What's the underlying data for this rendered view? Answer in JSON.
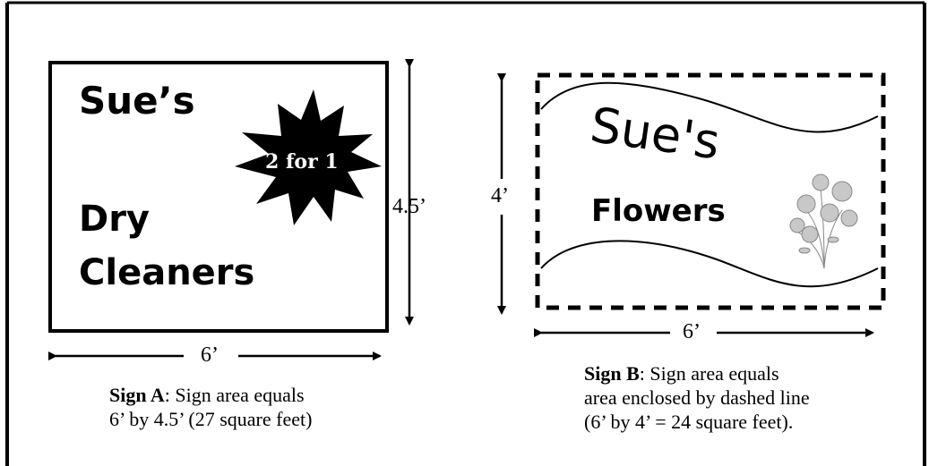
{
  "sign_a": {
    "line1": "Sue’s",
    "line2": "Dry",
    "line3": "Cleaners",
    "burst_text": "2 for 1",
    "height_label": "4.5’",
    "width_label": "6’",
    "caption_bold": "Sign A",
    "caption_line1": ":  Sign area equals",
    "caption_line2": "6’ by 4.5’ (27 square feet)"
  },
  "sign_b": {
    "line1": "Sue's",
    "line2": "Flowers",
    "height_label": "4’",
    "width_label": "6’",
    "caption_bold": "Sign B",
    "caption_line1": ": Sign area equals",
    "caption_line2": "area enclosed by dashed line",
    "caption_line3": "(6’ by 4’ = 24 square feet)."
  }
}
